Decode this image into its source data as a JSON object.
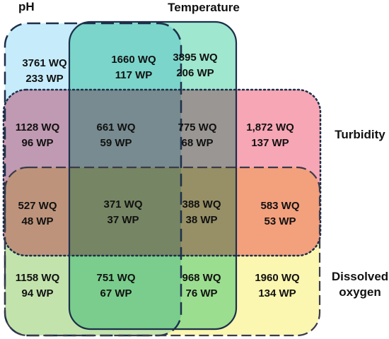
{
  "sets": {
    "ph": {
      "label": "pH",
      "color": "#c6ecfb"
    },
    "temperature": {
      "label": "Temperature",
      "color": "#9fe7cf"
    },
    "turbidity": {
      "label": "Turbidity",
      "color": "#f7a6b5"
    },
    "dissolved_oxygen": {
      "label_line1": "Dissolved",
      "label_line2": "oxygen",
      "color": "#fbf6b0"
    }
  },
  "cells": {
    "r0c0": {
      "wq": "3761 WQ",
      "wp": "233 WP"
    },
    "r0c1": {
      "wq": "1660 WQ",
      "wp": "117 WP"
    },
    "r0c2": {
      "wq": "3895 WQ",
      "wp": "206 WP"
    },
    "r1c0": {
      "wq": "1128 WQ",
      "wp": "96 WP"
    },
    "r1c1": {
      "wq": "661 WQ",
      "wp": "59 WP"
    },
    "r1c2": {
      "wq": "775 WQ",
      "wp": "68 WP"
    },
    "r1c3": {
      "wq": "1,872 WQ",
      "wp": "137 WP"
    },
    "r2c0": {
      "wq": "527 WQ",
      "wp": "48 WP"
    },
    "r2c1": {
      "wq": "371 WQ",
      "wp": "37 WP"
    },
    "r2c2": {
      "wq": "388 WQ",
      "wp": "38 WP"
    },
    "r2c3": {
      "wq": "583 WQ",
      "wp": "53 WP"
    },
    "r3c0": {
      "wq": "1158 WQ",
      "wp": "94 WP"
    },
    "r3c1": {
      "wq": "751 WQ",
      "wp": "67 WP"
    },
    "r3c2": {
      "wq": "968 WQ",
      "wp": "76 WP"
    },
    "r3c3": {
      "wq": "1960 WQ",
      "wp": "134 WP"
    }
  }
}
